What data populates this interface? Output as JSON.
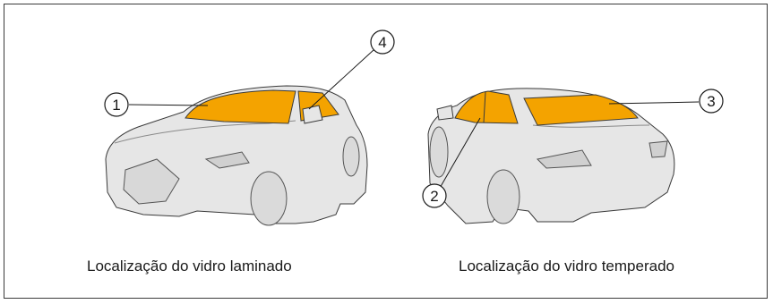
{
  "captions": {
    "laminated": "Localização do vidro laminado",
    "tempered": "Localização do vidro temperado"
  },
  "callouts": [
    {
      "number": "1"
    },
    {
      "number": "4"
    },
    {
      "number": "2"
    },
    {
      "number": "3"
    }
  ],
  "colors": {
    "glass_highlight": "#F4A300",
    "car_body": "#E6E6E6",
    "outline": "#3a3a3a"
  }
}
